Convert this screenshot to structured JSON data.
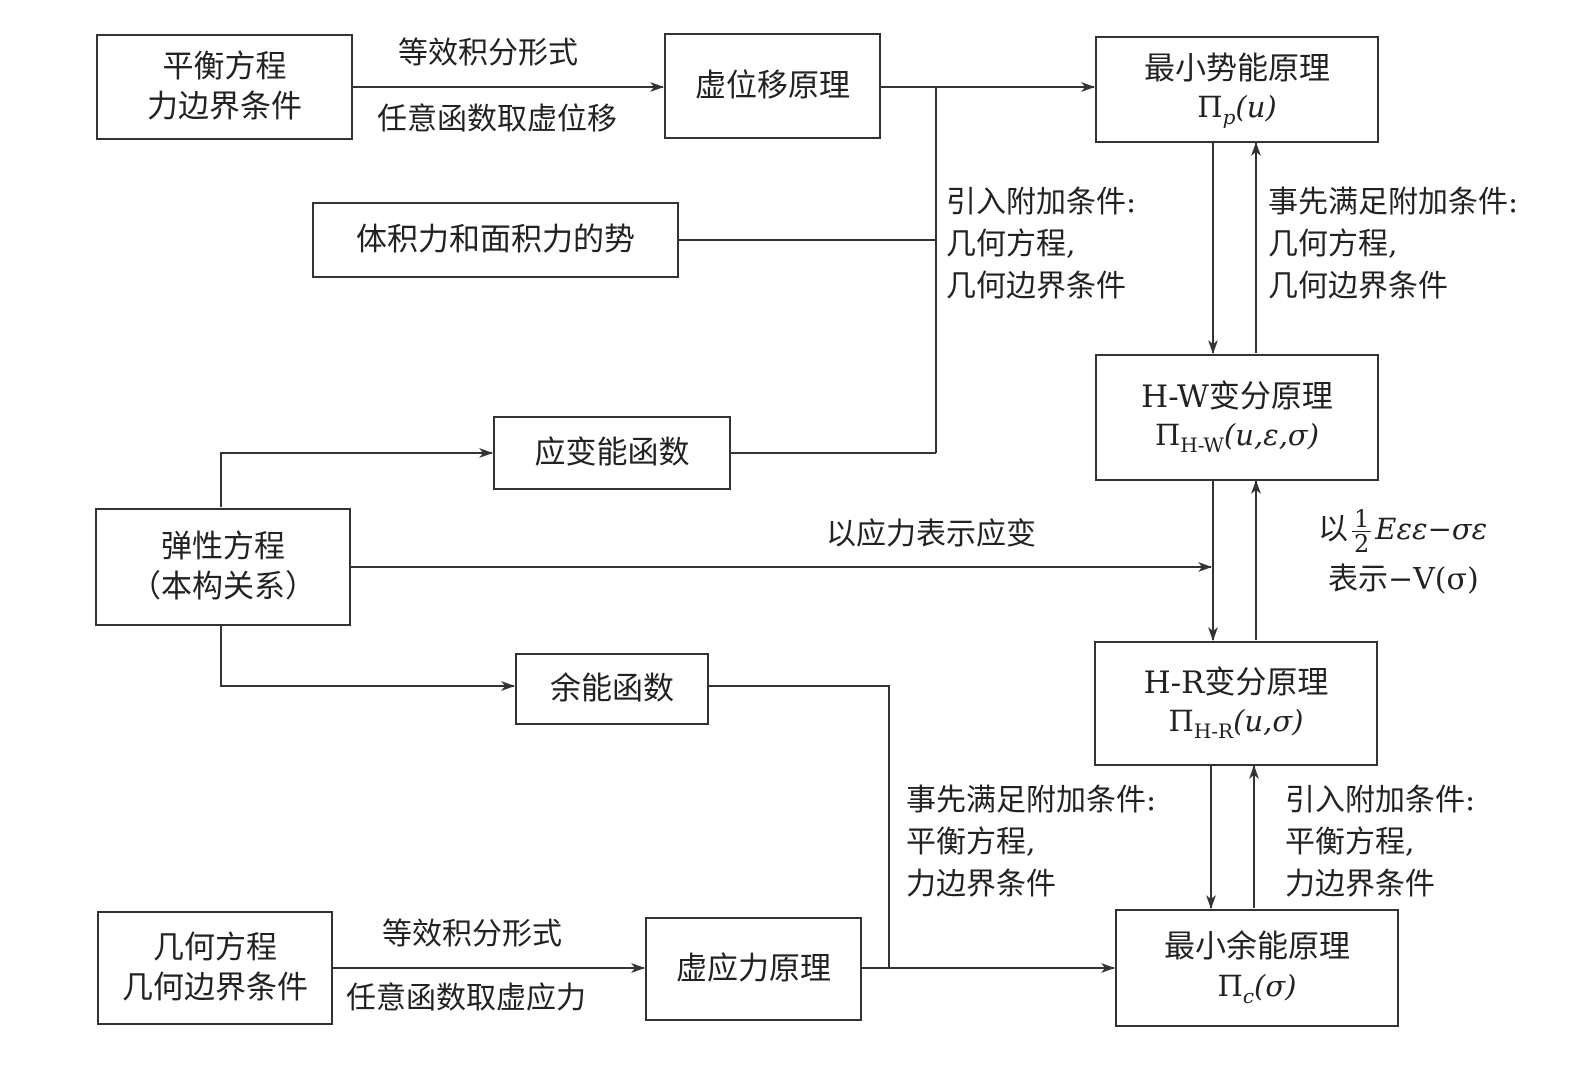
{
  "boxes": {
    "equilibrium": {
      "line1": "平衡方程",
      "line2": "力边界条件"
    },
    "virtual_displacement": "虚位移原理",
    "min_potential": {
      "title": "最小势能原理",
      "pi": "Π",
      "sub": "p",
      "args": "(u)"
    },
    "body_force_potential": "体积力和面积力的势",
    "strain_energy": "应变能函数",
    "hw": {
      "title": "H-W变分原理",
      "pi": "Π",
      "sub": "H-W",
      "args": "(u,ε,σ)"
    },
    "elasticity": {
      "line1": "弹性方程",
      "line2": "（本构关系）"
    },
    "complementary_energy": "余能函数",
    "hr": {
      "title": "H-R变分原理",
      "pi": "Π",
      "sub": "H-R",
      "args": "(u,σ)"
    },
    "geometry": {
      "line1": "几何方程",
      "line2": "几何边界条件"
    },
    "virtual_stress": "虚应力原理",
    "min_complementary": {
      "title": "最小余能原理",
      "pi": "Π",
      "sub": "c",
      "args": "(σ)"
    }
  },
  "labels": {
    "top_above": "等效积分形式",
    "top_below": "任意函数取虚位移",
    "introduce_geo": [
      "引入附加条件:",
      "几何方程,",
      "几何边界条件"
    ],
    "satisfy_geo": [
      "事先满足附加条件:",
      "几何方程,",
      "几何边界条件"
    ],
    "stress_strain": "以应力表示应变",
    "hw_hr_prefix": "以",
    "hw_hr_num": "1",
    "hw_hr_den": "2",
    "hw_hr_expr": "Eεε−σε",
    "hw_hr_line2": "表示−V(σ)",
    "satisfy_eq": [
      "事先满足附加条件:",
      "平衡方程,",
      "力边界条件"
    ],
    "introduce_eq": [
      "引入附加条件:",
      "平衡方程,",
      "力边界条件"
    ],
    "bottom_above": "等效积分形式",
    "bottom_below": "任意函数取虚应力"
  }
}
